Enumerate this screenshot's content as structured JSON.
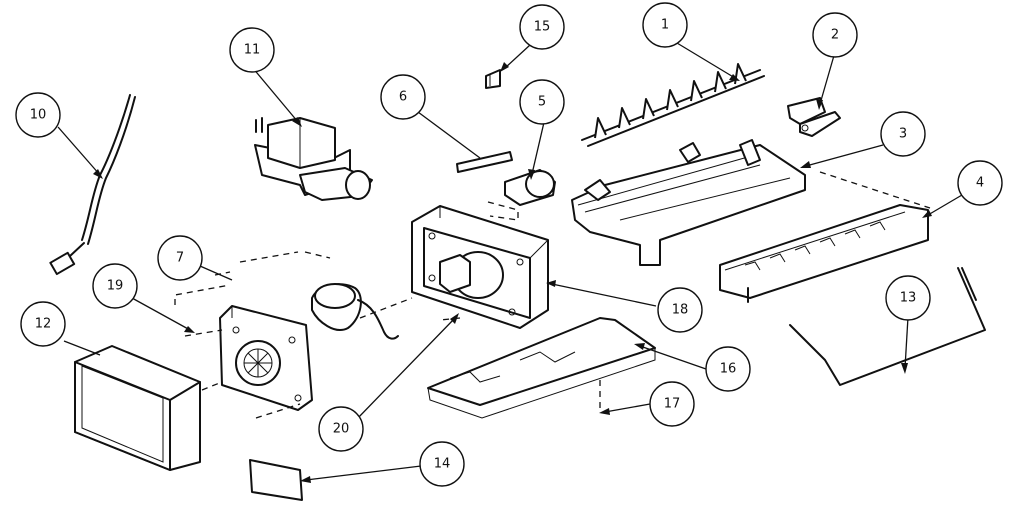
{
  "callouts": [
    {
      "id": "c1",
      "label": "1"
    },
    {
      "id": "c2",
      "label": "2"
    },
    {
      "id": "c3",
      "label": "3"
    },
    {
      "id": "c4",
      "label": "4"
    },
    {
      "id": "c5",
      "label": "5"
    },
    {
      "id": "c6",
      "label": "6"
    },
    {
      "id": "c7",
      "label": "7"
    },
    {
      "id": "c10",
      "label": "10"
    },
    {
      "id": "c11",
      "label": "11"
    },
    {
      "id": "c12",
      "label": "12"
    },
    {
      "id": "c13",
      "label": "13"
    },
    {
      "id": "c14",
      "label": "14"
    },
    {
      "id": "c15",
      "label": "15"
    },
    {
      "id": "c16",
      "label": "16"
    },
    {
      "id": "c17",
      "label": "17"
    },
    {
      "id": "c18",
      "label": "18"
    },
    {
      "id": "c19",
      "label": "19"
    },
    {
      "id": "c20",
      "label": "20"
    }
  ]
}
